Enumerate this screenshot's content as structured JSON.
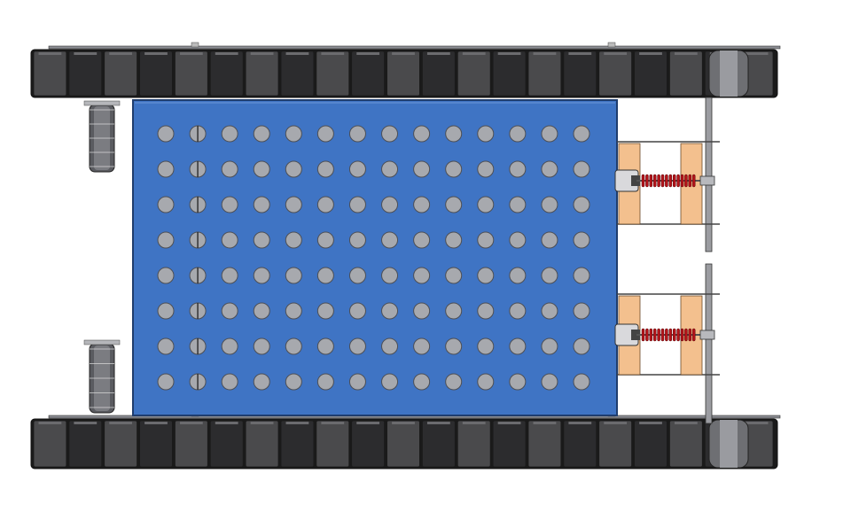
{
  "view": {
    "description_visible_text": "",
    "colors": {
      "background": "#ffffff",
      "plate": "#3f74c4",
      "plate_edge": "#1f3d6e",
      "hole": "#a7a9ae",
      "hole_edge": "#4d4f55",
      "track_pad": "#4a4a4c",
      "track_pad_dark": "#2c2c2e",
      "track_gap": "#1a1a1a",
      "bracket": "#f3c08e",
      "spring": "#b3141a",
      "metal": "#8c8e94",
      "roller": "#5a5b60"
    }
  },
  "model": {
    "plate_hole_grid": {
      "rows": 8,
      "cols": 14
    },
    "track_pads_per_side": 21,
    "spring_units": 2,
    "idler_rollers": 2
  }
}
